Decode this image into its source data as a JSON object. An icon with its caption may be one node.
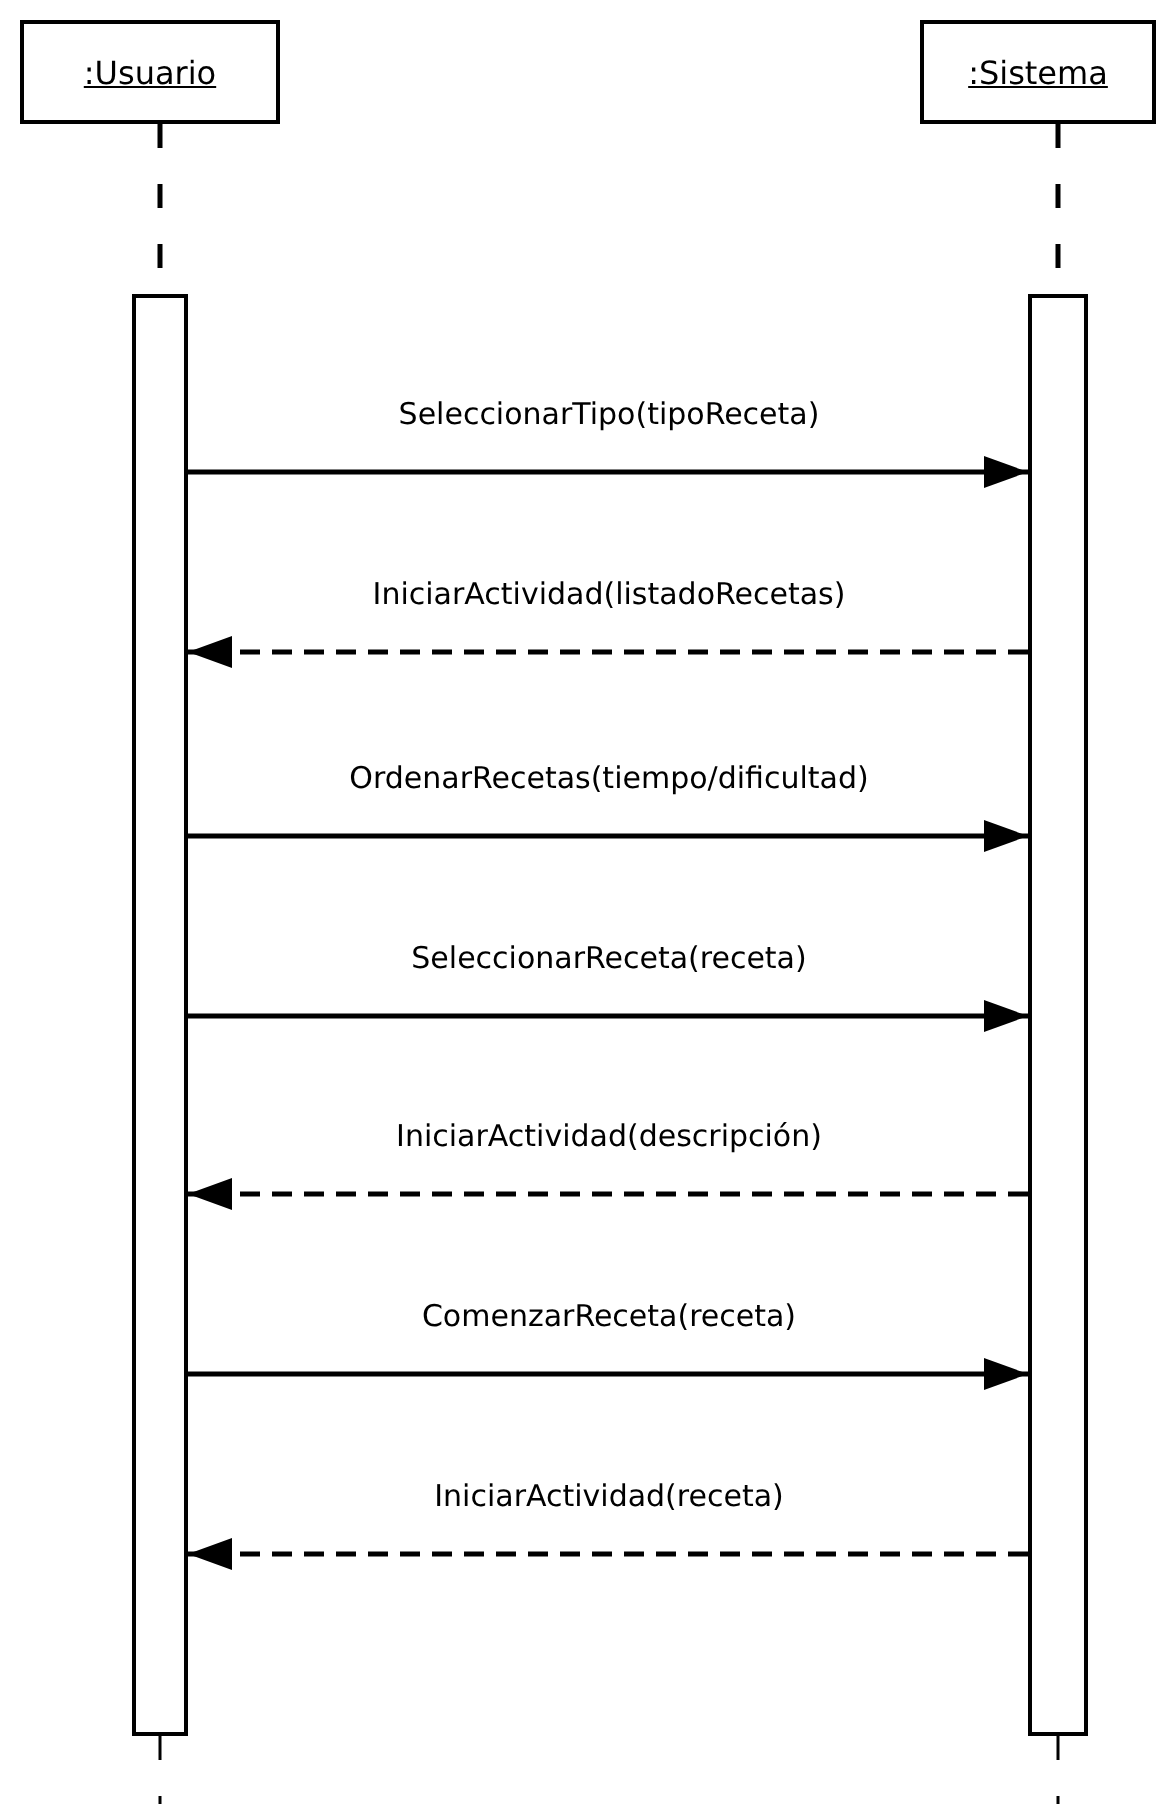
{
  "diagram": {
    "nodes": [
      {
        "text": [
          ":Usuario"
        ]
      },
      {
        "text": [
          ":Sistema"
        ]
      },
      {
        "text": [],
        "shape": "bar"
      },
      {
        "text": [],
        "shape": "bar"
      }
    ],
    "edges": [
      {
        "from": 0,
        "to": 2,
        "arrow": "none",
        "style": "dashed"
      },
      {
        "from": 1,
        "to": 3,
        "arrow": "none",
        "style": "dashed"
      },
      {
        "from": 2,
        "to": 3,
        "arrow": "to",
        "label": "SeleccionarTipo(tipoReceta)"
      },
      {
        "from": 3,
        "to": 2,
        "arrow": "to",
        "label": "IniciarActividad(listadoRecetas)",
        "style": "dashed"
      },
      {
        "from": 2,
        "to": 3,
        "arrow": "to",
        "label": "OrdenarRecetas(tiempo/dificultad)"
      },
      {
        "from": 2,
        "to": 3,
        "arrow": "to",
        "label": "SeleccionarReceta(receta)"
      },
      {
        "from": 3,
        "to": 2,
        "arrow": "to",
        "label": "IniciarActividad(descripción)",
        "style": "dashed"
      },
      {
        "from": 2,
        "to": 3,
        "arrow": "to",
        "label": "ComenzarReceta(receta)"
      },
      {
        "from": 3,
        "to": 2,
        "arrow": "to",
        "label": "IniciarActividad(receta)",
        "style": "dashed"
      }
    ]
  }
}
